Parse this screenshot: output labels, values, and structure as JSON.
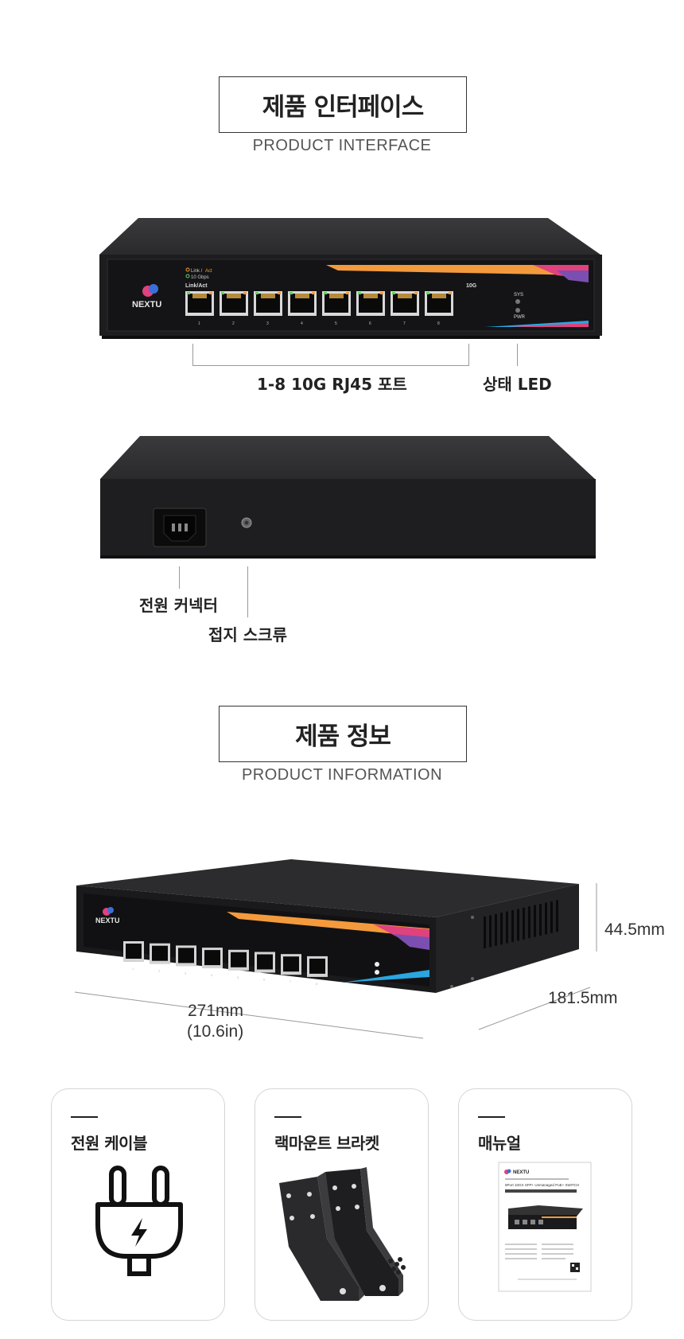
{
  "interface": {
    "title": "제품 인터페이스",
    "subtitle": "PRODUCT INTERFACE",
    "front_labels": {
      "ports": "1-8 10G RJ45 포트",
      "led": "상태 LED"
    },
    "rear_labels": {
      "power": "전원 커넥터",
      "ground": "접지 스크류"
    }
  },
  "device_front": {
    "brand": "NEXTU",
    "legend_link": "Link / ",
    "legend_act": "Act",
    "legend_speed": "10 Gbps",
    "link_act": "Link/Act",
    "port_group_label": "10G",
    "port_numbers": [
      "1",
      "2",
      "3",
      "4",
      "5",
      "6",
      "7",
      "8"
    ],
    "led_sys": "SYS",
    "led_pwr": "PWR"
  },
  "information": {
    "title": "제품 정보",
    "subtitle": "PRODUCT INFORMATION",
    "height": "44.5mm",
    "depth": "181.5mm",
    "width_mm": "271mm",
    "width_in": "(10.6in)"
  },
  "accessories": [
    {
      "title": "전원 케이블",
      "icon": "power-plug-icon"
    },
    {
      "title": "랙마운트 브라켓",
      "icon": "rack-bracket-icon"
    },
    {
      "title": "매뉴얼",
      "icon": "manual-icon"
    }
  ],
  "manual": {
    "brand": "NEXTU",
    "heading": "8Port 10GX SFP+ Unmanaged PoE+ SWITCH"
  },
  "colors": {
    "device_body": "#1e1e20",
    "stripe_orange": "#f39a3d",
    "stripe_pink": "#e0427d",
    "stripe_purple": "#7b4fb0",
    "stripe_blue": "#2aa6e0"
  }
}
